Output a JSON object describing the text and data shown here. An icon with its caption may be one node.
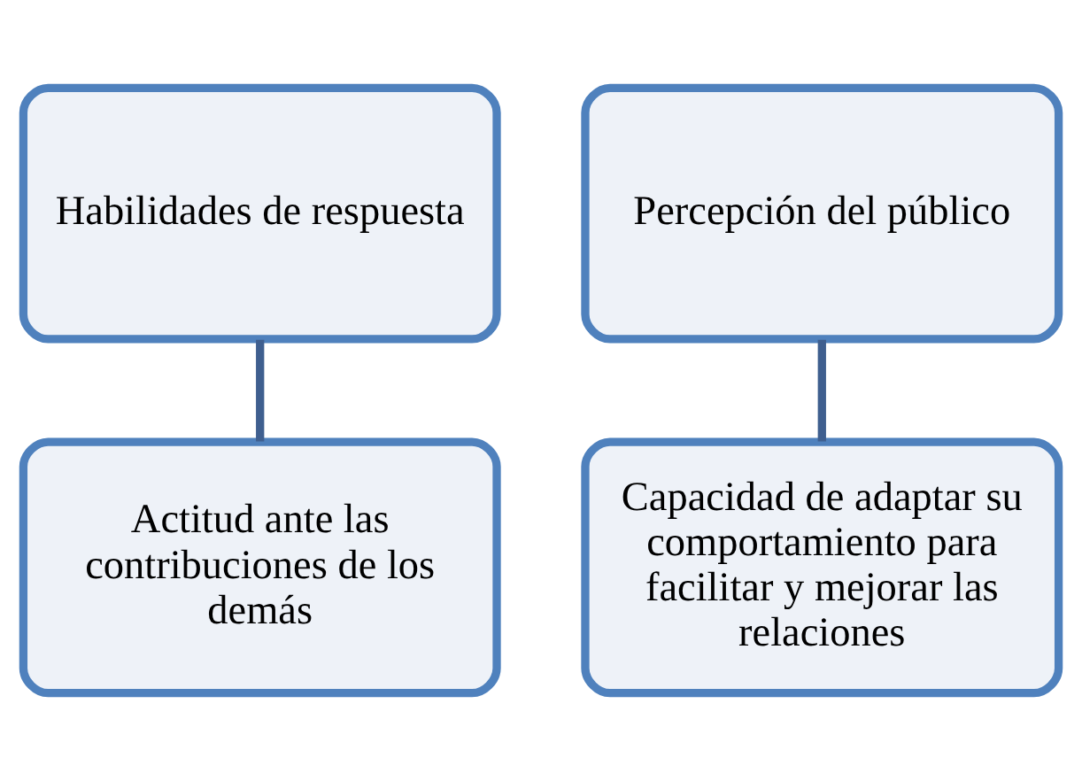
{
  "diagram": {
    "nodes": [
      {
        "text": [
          "Habilidades de respuesta"
        ]
      },
      {
        "text": [
          "Percepción del público"
        ]
      },
      {
        "text": [
          "Actitud ante las contribuciones de los demás"
        ]
      },
      {
        "text": [
          "Capacidad de adaptar su comportamiento para facilitar y mejorar las relaciones"
        ]
      }
    ],
    "edges": [
      {
        "from": 0,
        "to": 2,
        "arrow": "none"
      },
      {
        "from": 1,
        "to": 3,
        "arrow": "none"
      }
    ]
  }
}
